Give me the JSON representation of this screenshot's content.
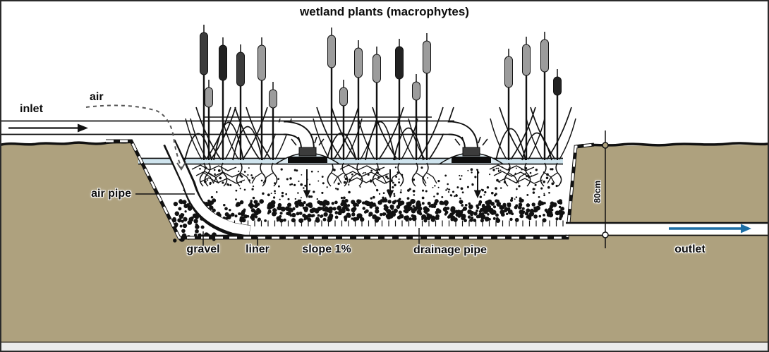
{
  "title": "wetland plants (macrophytes)",
  "labels": {
    "inlet": "inlet",
    "air": "air",
    "air_pipe": "air pipe",
    "gravel": "gravel",
    "liner": "liner",
    "slope": "slope 1%",
    "drainage_pipe": "drainage pipe",
    "outlet": "outlet",
    "depth": "80cm"
  },
  "colors": {
    "ground": "#aea17e",
    "outline": "#111111",
    "water": "#cfe4ee",
    "water_mound": "#dcebf2",
    "flow_arrow": "#1c6fa6",
    "cattail_dark": "#3c3c3c",
    "cattail_darker": "#222222",
    "cattail_light": "#9c9c9c",
    "margin_strip": "#ebebeb"
  }
}
